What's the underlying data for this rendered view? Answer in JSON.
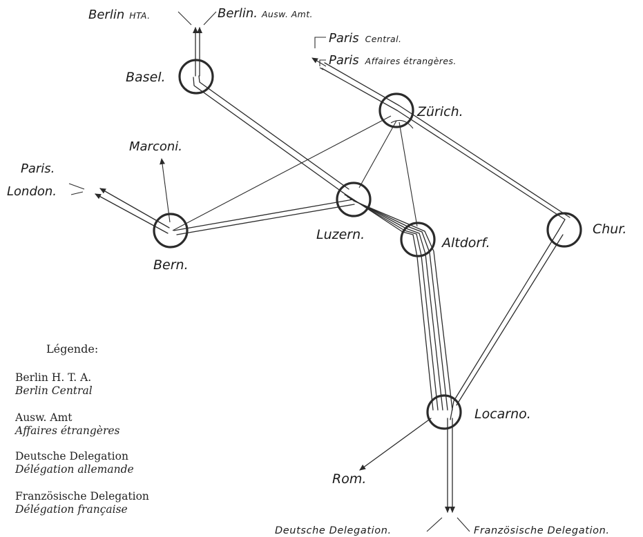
{
  "stations": {
    "basel": "Basel.",
    "zuerich": "Zürich.",
    "bern": "Bern.",
    "luzern": "Luzern.",
    "altdorf": "Altdorf.",
    "chur": "Chur.",
    "locarno": "Locarno."
  },
  "external": {
    "berlin_hta_city": "Berlin",
    "berlin_hta_sub": "HTA.",
    "berlin_amt_city": "Berlin.",
    "berlin_amt_sub": "Ausw. Amt.",
    "paris_central_city": "Paris",
    "paris_central_sub": "Central.",
    "paris_affaires_city": "Paris",
    "paris_affaires_sub": "Affaires étrangères.",
    "marconi": "Marconi.",
    "paris": "Paris.",
    "london": "London.",
    "rom": "Rom.",
    "deutsche_delegation": "Deutsche Delegation.",
    "franzoesische_delegation": "Französische Delegation."
  },
  "legend": {
    "title": "Légende:",
    "entries": [
      {
        "de": "Berlin H. T. A.",
        "fr": "Berlin Central"
      },
      {
        "de": "Ausw. Amt",
        "fr": "Affaires étrangères"
      },
      {
        "de": "Deutsche Delegation",
        "fr": "Délégation allemande"
      },
      {
        "de": "Französische Delegation",
        "fr": "Délégation française"
      }
    ]
  }
}
